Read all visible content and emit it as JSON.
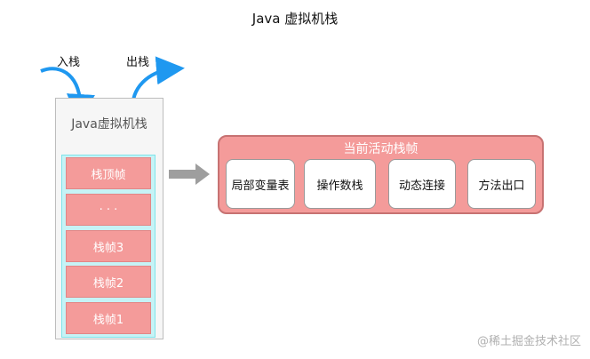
{
  "title": "Java 虚拟机栈",
  "push_label": "入栈",
  "pop_label": "出栈",
  "jvm_stack": {
    "title": "Java虚拟机栈",
    "frames": [
      "栈顶帧",
      "· · ·",
      "栈帧3",
      "栈帧2",
      "栈帧1"
    ]
  },
  "active_frame": {
    "title": "当前活动栈帧",
    "items": [
      "局部变量表",
      "操作数栈",
      "动态连接",
      "方法出口"
    ]
  },
  "watermark": "@稀土掘金技术社区",
  "colors": {
    "frame_fill": "#f49b9a",
    "stack_fill": "#c6f3f6",
    "arrow_blue": "#1f98f0",
    "arrow_gray": "#9e9e9e"
  }
}
